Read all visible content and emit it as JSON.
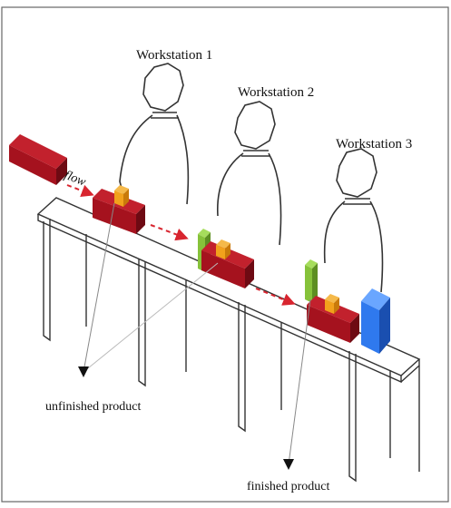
{
  "workstations": [
    {
      "label": "Workstation 1"
    },
    {
      "label": "Workstation 2"
    },
    {
      "label": "Workstation 3"
    }
  ],
  "flow_label": "flow",
  "annotations": {
    "unfinished": "unfinished product",
    "finished": "finished product"
  },
  "colors": {
    "product_red": "#a5121e",
    "part_orange": "#f2a11c",
    "part_green": "#86c23a",
    "part_blue": "#2f79ee",
    "flow_arrow": "#d8252f",
    "outline": "#333333"
  }
}
